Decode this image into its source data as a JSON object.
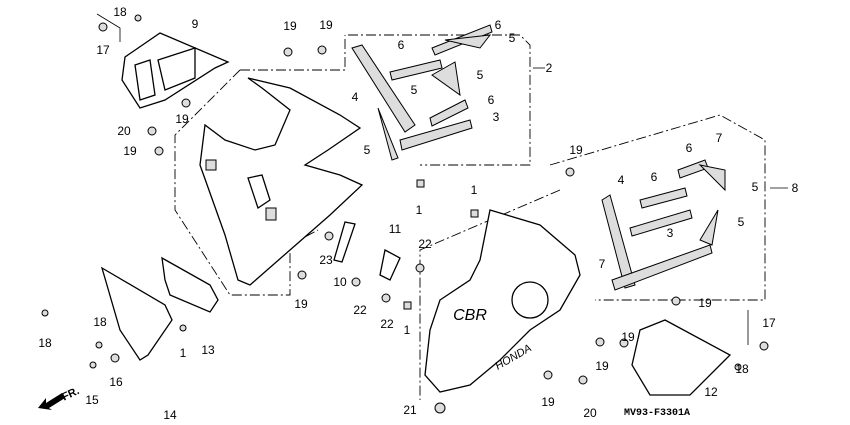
{
  "diagram": {
    "drawing_code": "MV93-F3301A",
    "front_arrow_label": "FR.",
    "callouts": [
      "18",
      "17",
      "9",
      "19",
      "19",
      "19",
      "20",
      "19",
      "4",
      "6",
      "6",
      "5",
      "5",
      "5",
      "6",
      "3",
      "5",
      "2",
      "19",
      "1",
      "1",
      "7",
      "6",
      "4",
      "6",
      "5",
      "8",
      "5",
      "3",
      "7",
      "11",
      "22",
      "23",
      "10",
      "22",
      "22",
      "1",
      "19",
      "18",
      "18",
      "1",
      "13",
      "16",
      "15",
      "14",
      "21",
      "19",
      "20",
      "19",
      "19",
      "19",
      "17",
      "18",
      "12"
    ],
    "logo_text": [
      "CBR",
      "HONDA"
    ]
  }
}
